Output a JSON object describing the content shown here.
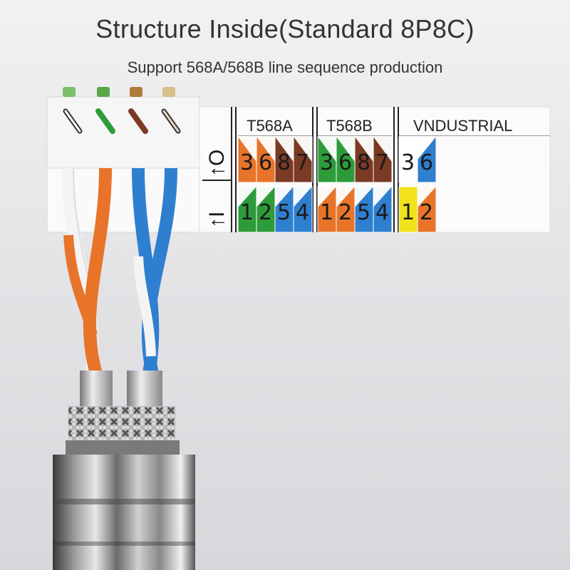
{
  "header": {
    "title": "Structure Inside(Standard 8P8C)",
    "subtitle": "Support 568A/568B line sequence production"
  },
  "label": {
    "direction_out": "↑O",
    "direction_in": "↑I",
    "standards": [
      {
        "name": "T568A",
        "top_digits": [
          "3",
          "6",
          "8",
          "7"
        ],
        "bottom_digits": [
          "1",
          "2",
          "5",
          "4"
        ],
        "top_colors": [
          "#e8742a",
          "#e8742a",
          "#7b3a24",
          "#7b3a24"
        ],
        "bottom_colors": [
          "#2e9b3a",
          "#2e9b3a",
          "#2f7fd0",
          "#2f7fd0"
        ]
      },
      {
        "name": "T568B",
        "top_digits": [
          "3",
          "6",
          "8",
          "7"
        ],
        "bottom_digits": [
          "1",
          "2",
          "5",
          "4"
        ],
        "top_colors": [
          "#2e9b3a",
          "#2e9b3a",
          "#7b3a24",
          "#7b3a24"
        ],
        "bottom_colors": [
          "#e8742a",
          "#e8742a",
          "#2f7fd0",
          "#2f7fd0"
        ]
      },
      {
        "name": "VNDUSTRIAL",
        "top_digits": [
          "3",
          "6"
        ],
        "bottom_digits": [
          "1",
          "2"
        ],
        "top_colors": [
          "#ffffff",
          "#2f7fd0"
        ],
        "bottom_colors": [
          "#f1e21c",
          "#e8742a"
        ]
      }
    ]
  },
  "colors": {
    "orange": "#e8742a",
    "blue": "#2f7fd0",
    "green": "#2e9b3a",
    "brown": "#7b3a24",
    "yellow": "#f1e21c"
  }
}
